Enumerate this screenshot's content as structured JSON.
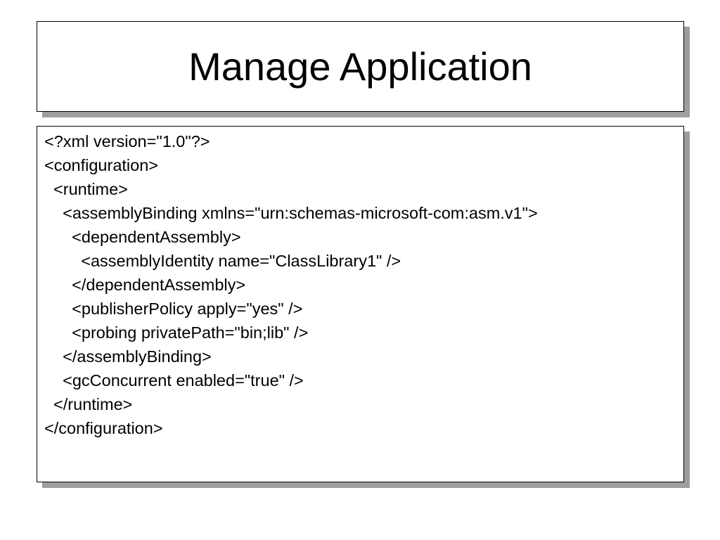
{
  "slide": {
    "title": "Manage Application",
    "lines": [
      "<?xml version=\"1.0\"?>",
      "<configuration>",
      "  <runtime>",
      "    <assemblyBinding xmlns=\"urn:schemas-microsoft-com:asm.v1\">",
      "      <dependentAssembly>",
      "        <assemblyIdentity name=\"ClassLibrary1\" />",
      "      </dependentAssembly>",
      "      <publisherPolicy apply=\"yes\" />",
      "      <probing privatePath=\"bin;lib\" />",
      "    </assemblyBinding>",
      "    <gcConcurrent enabled=\"true\" />",
      "  </runtime>",
      "</configuration>"
    ]
  },
  "colors": {
    "text": "#000000",
    "background": "#ffffff",
    "shadow": "#9e9e9e"
  }
}
